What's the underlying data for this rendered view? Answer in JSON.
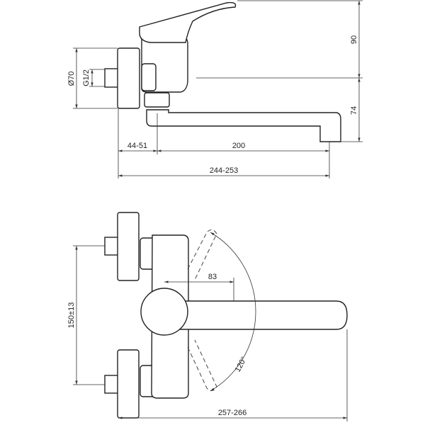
{
  "title": "Wall-mounted mixer tap dimension drawing",
  "side_view": {
    "diameter_label": "Ø70",
    "thread_label": "G1/2",
    "height_top_label": "90",
    "height_spout_label": "74",
    "wall_offset_label": "44-51",
    "spout_length_label": "200",
    "total_length_label": "244-253"
  },
  "top_view": {
    "centers_label": "150±13",
    "lever_label": "83",
    "rotation_label": "120°",
    "total_length_label": "257-266"
  }
}
